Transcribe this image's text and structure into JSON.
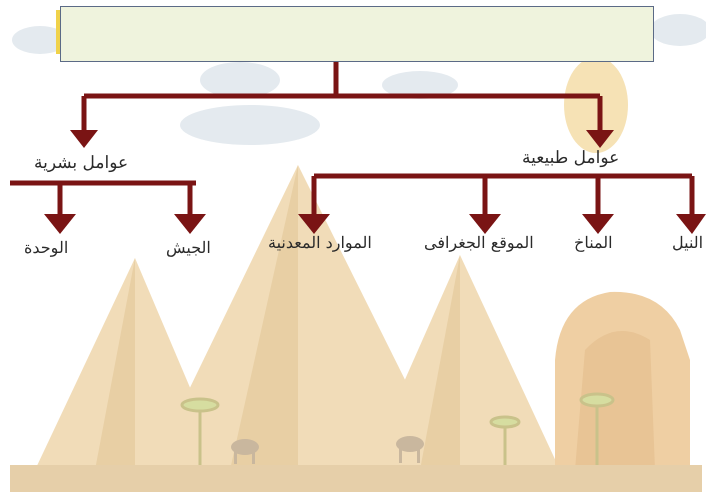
{
  "title_box": {
    "text": ""
  },
  "branches": {
    "natural": {
      "label": "عوامل طبيعية",
      "children": [
        "نهر النيل",
        "المناخ",
        "الموقع الجغرافى",
        "الموارد المعدنية"
      ]
    },
    "human": {
      "label": "عوامل بشرية",
      "children": [
        "الجيش",
        "الوحدة"
      ]
    }
  },
  "colors": {
    "arrow": "#7a1414",
    "pyramid": "#f1dcb8",
    "pyramid_shade": "#e8cfa4",
    "sky_cloud": "#e4eaef",
    "ground": "#e6cfa9",
    "sphinx_glow": "#f6e2b5"
  }
}
